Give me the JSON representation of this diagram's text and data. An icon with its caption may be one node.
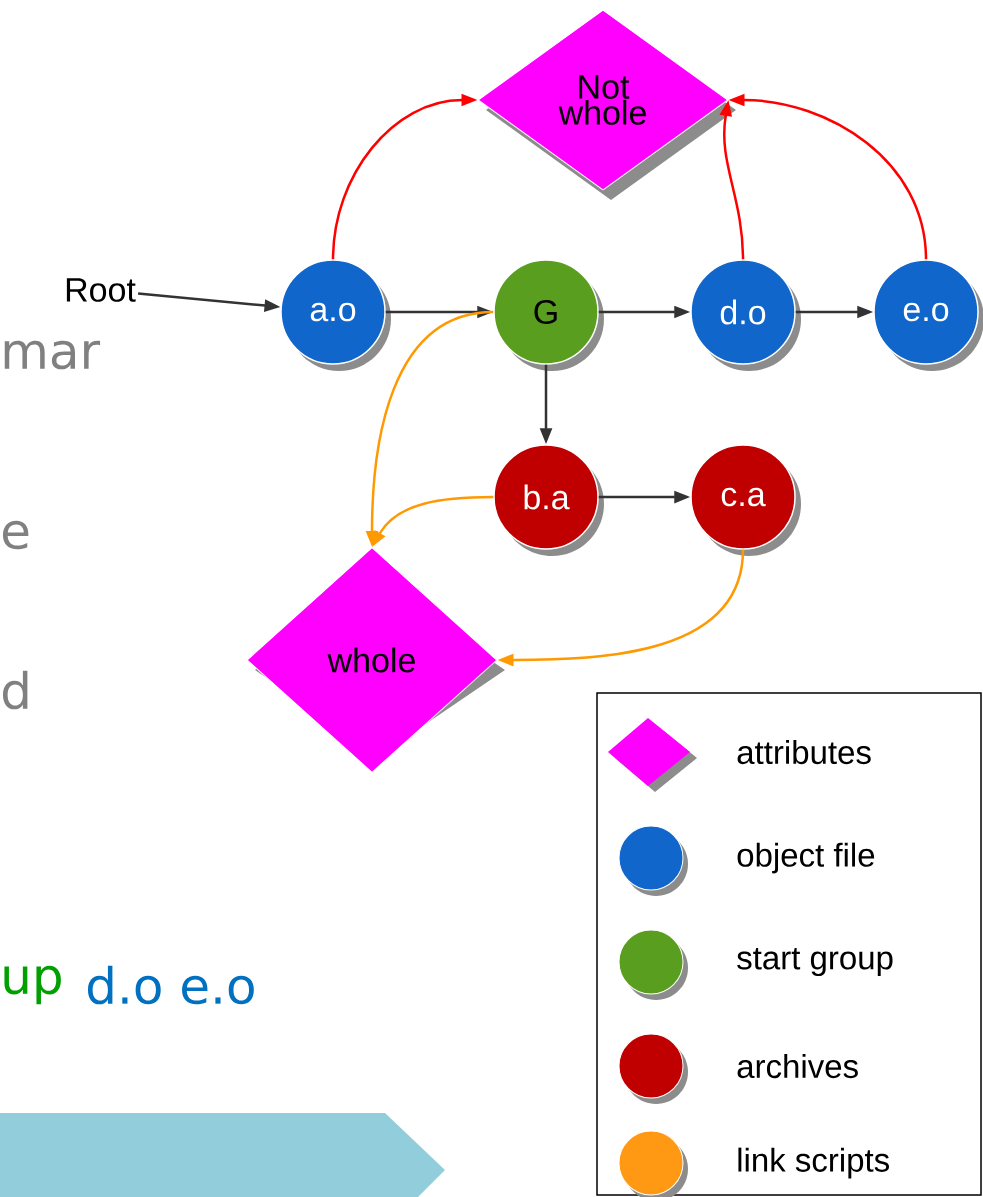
{
  "diagram": {
    "nodes": [
      {
        "text": [
          "Not whole"
        ]
      },
      {
        "text": [
          "Root"
        ]
      },
      {
        "text": [
          "a.o"
        ]
      },
      {
        "text": [
          "G"
        ]
      },
      {
        "text": [
          "d.o"
        ]
      },
      {
        "text": [
          "e.o"
        ]
      },
      {
        "text": [
          "b.a"
        ]
      },
      {
        "text": [
          "c.a"
        ]
      },
      {
        "text": [
          "whole"
        ]
      }
    ],
    "edges": [
      {
        "from": 1,
        "to": 2,
        "arrow": "to"
      },
      {
        "from": 2,
        "to": 3,
        "arrow": "to"
      },
      {
        "from": 3,
        "to": 4,
        "arrow": "to"
      },
      {
        "from": 4,
        "to": 5,
        "arrow": "to"
      },
      {
        "from": 3,
        "to": 6,
        "arrow": "to"
      },
      {
        "from": 6,
        "to": 7,
        "arrow": "to"
      },
      {
        "from": 2,
        "to": 0,
        "arrow": "to",
        "color": "#ff0000"
      },
      {
        "from": 4,
        "to": 0,
        "arrow": "to",
        "color": "#ff0000"
      },
      {
        "from": 5,
        "to": 0,
        "arrow": "to",
        "color": "#ff0000"
      },
      {
        "from": 3,
        "to": 8,
        "arrow": "to",
        "color": "#ff9900"
      },
      {
        "from": 6,
        "to": 8,
        "arrow": "to",
        "color": "#ff9900"
      },
      {
        "from": 7,
        "to": 8,
        "arrow": "to",
        "color": "#ff9900"
      }
    ],
    "labels": [
      "mar",
      "e",
      "d",
      "up",
      "d.o e.o"
    ],
    "legend": [
      {
        "text": "attributes",
        "color": "#ff00ff"
      },
      {
        "text": "object file",
        "color": "#1166cc"
      },
      {
        "text": "start group",
        "color": "#5a9e1f"
      },
      {
        "text": "archives",
        "color": "#c00000"
      },
      {
        "text": "link scripts",
        "color": "#ff9914"
      }
    ]
  }
}
